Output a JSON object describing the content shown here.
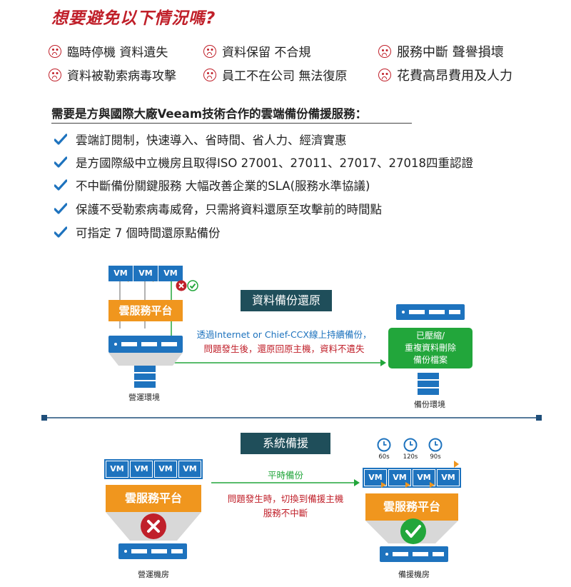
{
  "title": "想要避免以下情況嗎?",
  "worries": [
    "臨時停機 資料遺失",
    "資料保留 不合規",
    "服務中斷 聲譽損壞",
    "資料被勒索病毒攻擊",
    "員工不在公司 無法復原",
    "花費高昂費用及人力"
  ],
  "need_heading": "需要是方與國際大廠Veeam技術合作的雲端備份備援服務：",
  "benefits": [
    "雲端訂閱制，快速導入、省時間、省人力、經濟實惠",
    "是方國際級中立機房且取得ISO 27001、27011、27017、27018四重認證",
    "不中斷備份關鍵服務 大幅改善企業的SLA(服務水準協議)",
    "保護不受勒索病毒威脅，只需將資料還原至攻擊前的時間點",
    "可指定 7 個時間還原點備份"
  ],
  "backup": {
    "label": "資料備份還原",
    "vm": "VM",
    "platform": "雲服務平台",
    "flow_line1": "透過Internet or Chief-CCX線上持續備份，",
    "flow_line2": "問題發生後，還原回原主機，資料不遺失",
    "green_box": [
      "已壓縮/",
      "重複資料刪除",
      "備份檔案"
    ],
    "env_left": "營運環境",
    "env_right": "備份環境"
  },
  "standby": {
    "label": "系統備援",
    "vm": "VM",
    "platform": "雲服務平台",
    "flow_top": "平時備份",
    "flow_line1": "問題發生時，切換到備援主機",
    "flow_line2": "服務不中斷",
    "clocks": [
      "60s",
      "120s",
      "90s"
    ],
    "site_left": "營運機房",
    "site_right": "備援機房"
  },
  "colors": {
    "red": "#c0202a",
    "blue": "#1e73be",
    "orange": "#f0961e",
    "green": "#22a63b",
    "dark_teal": "#1f4e5a"
  }
}
